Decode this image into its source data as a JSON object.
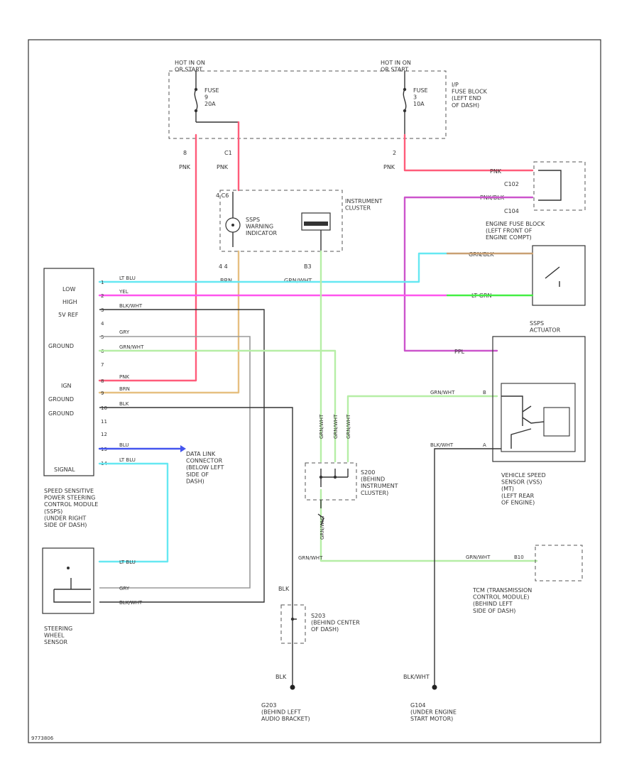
{
  "colors": {
    "pnk": "#ff5c7a",
    "ltblu": "#66e8f2",
    "yel": "#ff55ee",
    "blk": "#3a3a3a",
    "gry": "#9a9a9a",
    "grnwht": "#b6eea6",
    "brn": "#e6c081",
    "blu": "#4455ee",
    "ltgrn": "#44ee44",
    "ppl": "#cc55cc",
    "pnkblk": "#cc77dd",
    "grnblk": "#c9a073"
  },
  "labels": {
    "hot_left": "HOT IN ON\nOR START",
    "hot_right": "HOT IN ON\nOR START",
    "fuse1": "FUSE\n9\n20A",
    "fuse2": "FUSE\n3\n10A",
    "ip_fuse_block": "I/P\nFUSE BLOCK\n(LEFT END\nOF DASH)",
    "pin_a8": "8",
    "pin_c1": "C1",
    "pin_a2": "2",
    "pnk_a": "PNK",
    "pnk_b": "PNK",
    "pnk_c": "PNK",
    "ic_pin_top": "4 C6",
    "instrument_cluster": "INSTRUMENT\nCLUSTER",
    "warning_indicator": "SSPS\nWARNING\nINDICATOR",
    "ic_pin_left": "4 4",
    "ic_pin_right": "B3",
    "brn_ic": "BRN",
    "grnwht_ic": "GRN/WHT",
    "c102": "C102",
    "c104": "C104",
    "engine_fuse_block": "ENGINE FUSE BLOCK\n(LEFT FRONT OF\nENGINE COMPT)",
    "pnk_efb": "PNK",
    "pnkblk_efb": "PNK/BLK",
    "grnblk_sw": "GRN/BLK",
    "ltgrn_sw": "LT GRN",
    "module_low": "LOW",
    "module_high": "HIGH",
    "module_5vref": "5V REF",
    "module_ground1": "GROUND",
    "module_ign": "IGN",
    "module_ground2": "GROUND",
    "module_ground3": "GROUND",
    "module_signal": "SIGNAL",
    "pin_1": "1",
    "pin_2": "2",
    "pin_3": "3",
    "pin_4": "4",
    "pin_5": "5",
    "pin_6": "6",
    "pin_7": "7",
    "pin_8": "8",
    "pin_9": "9",
    "pin_10": "10",
    "pin_11": "11",
    "pin_12": "12",
    "pin_13": "13",
    "pin_14": "14",
    "w_ltblu_low": "LT BLU",
    "w_yel_high": "YEL",
    "w_blkwht_ref": "BLK/WHT",
    "w_gry": "GRY",
    "w_grnwht": "GRN/WHT",
    "w_pnk_ign": "PNK",
    "w_brn": "BRN",
    "w_blk_gnd": "BLK",
    "w_blu_dlc": "BLU",
    "w_ltblu_sig": "LT BLU",
    "dlc": "DATA LINK\nCONNECTOR\n(BELOW LEFT\nSIDE OF\nDASH)",
    "ssps_module": "SPEED SENSITIVE\nPOWER STEERING\nCONTROL MODULE\n(SSPS)\n(UNDER RIGHT\nSIDE OF DASH)",
    "ssps_actuator": "SSPS\nACTUATOR",
    "ppl_act": "PPL",
    "grnwht_vss": "GRN/WHT",
    "blkwht_vss": "BLK/WHT",
    "vss_pin_b": "B",
    "vss_pin_a": "A",
    "vss": "VEHICLE SPEED\nSENSOR (VSS)\n(MT)\n(LEFT REAR\nOF ENGINE)",
    "s200": "S200\n(BEHIND\nINSTRUMENT\nCLUSTER)",
    "s200_w1": "GRN/WHT",
    "s200_w2": "GRN/WHT",
    "s200_w3": "GRN/WHT",
    "s200_w4": "GRN/WHT",
    "s200_w5": "GRN/WHT",
    "grnwht_tcm": "GRN/WHT",
    "tcm_pin": "B10",
    "tcm": "TCM (TRANSMISSION\nCONTROL MODULE)\n(BEHIND LEFT\nSIDE OF DASH)",
    "steer_ltblu": "LT BLU",
    "steer_gry": "GRY",
    "steer_blkwht": "BLK/WHT",
    "steering_sensor": "STEERING\nWHEEL\nSENSOR",
    "blk_s203": "BLK",
    "s203": "S203\n(BEHIND CENTER\nOF DASH)",
    "blk_g203": "BLK",
    "g203": "G203\n(BEHIND LEFT\nAUDIO BRACKET)",
    "blkwht_g104": "BLK/WHT",
    "g104": "G104\n(UNDER ENGINE\nSTART MOTOR)",
    "figure_id": "9773806"
  }
}
